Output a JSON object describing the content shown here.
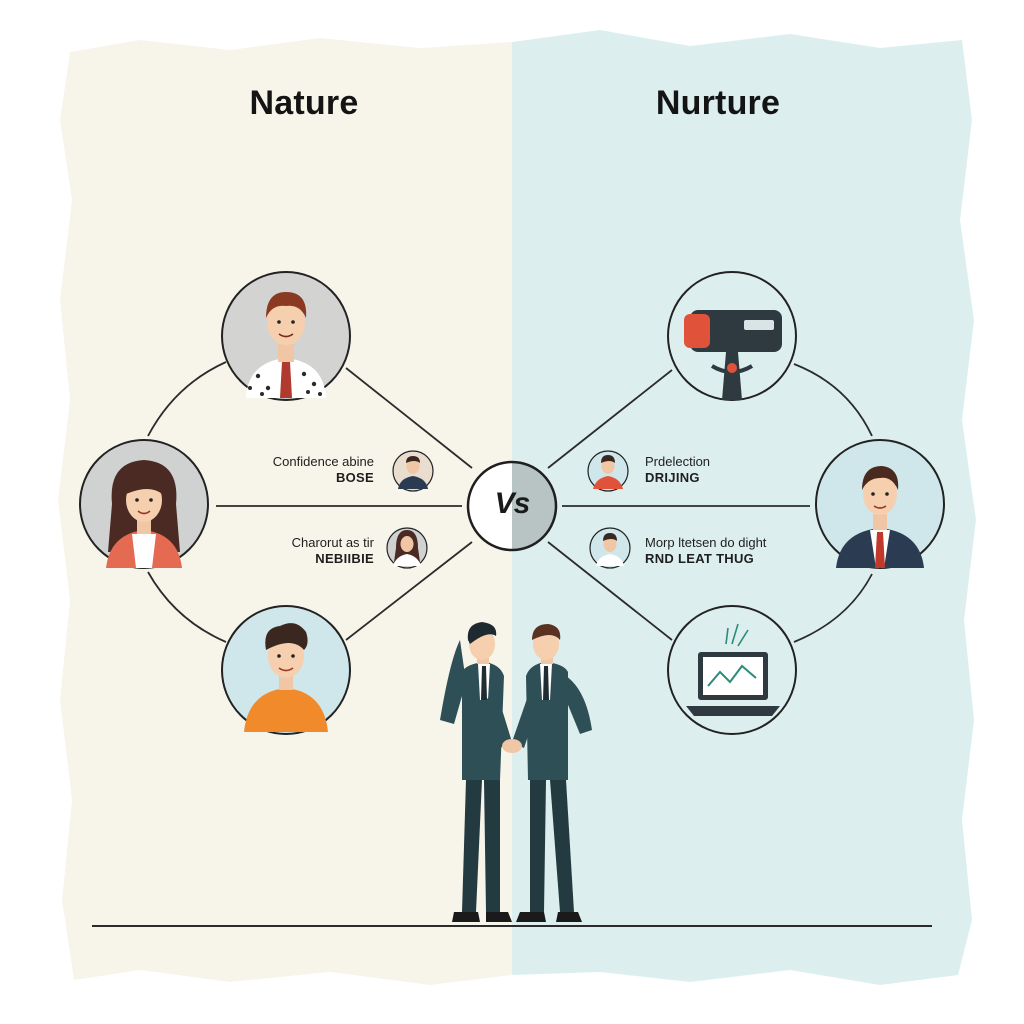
{
  "titles": {
    "left": "Nature",
    "right": "Nurture"
  },
  "center": {
    "vs": "Vs"
  },
  "labels": {
    "nature_1": {
      "line1": "Confidence abine",
      "line2": "BOSE"
    },
    "nature_2": {
      "line1": "Charorut as tir",
      "line2": "NEBIIBIE"
    },
    "nurture_1": {
      "line1": "Prdelection",
      "line2": "DRIJING"
    },
    "nurture_2": {
      "line1": "Morp ltetsen do dight",
      "line2": "RND LEAT THUG"
    }
  },
  "icons": {
    "nature_top": "man-polka-dot-shirt-avatar",
    "nature_left": "woman-long-hair-avatar",
    "nature_bottom": "boy-orange-shirt-avatar",
    "nurture_top": "vr-headset-icon",
    "nurture_right": "businessman-suit-avatar",
    "nurture_bottom": "laptop-chart-icon",
    "center_figures": "two-businessmen-handshake"
  },
  "colors": {
    "left_panel": "#f7f5ea",
    "right_panel": "#dcefee",
    "outline": "#2b2b2b",
    "suit": "#2f4f57",
    "accent_orange": "#e1523a"
  }
}
